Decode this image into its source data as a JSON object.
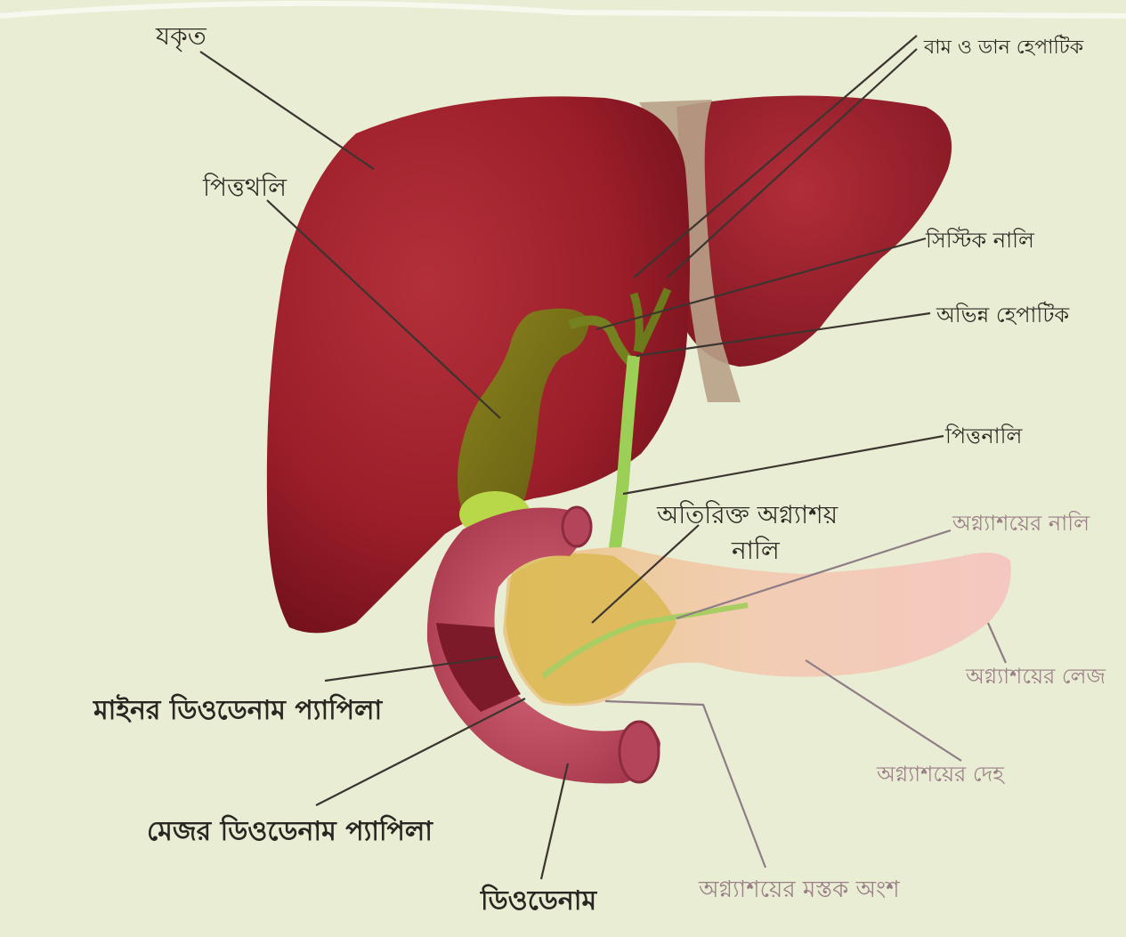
{
  "labels": {
    "liver": "যকৃত",
    "gallbladder": "পিত্তথলি",
    "hepatic_ducts": "বাম ও ডান হেপাটিক",
    "cystic_duct": "সিস্টিক নালি",
    "common_hepatic_duct": "অভিন্ন হেপাটিক",
    "bile_duct": "পিত্তনালি",
    "accessory_pancreatic_duct": "অতিরিক্ত অগ্ন্যাশয়",
    "accessory_pancreatic_duct_2": "নালি",
    "pancreatic_duct": "অগ্ন্যাশয়ের নালি",
    "pancreas_tail": "অগ্ন্যাশয়ের লেজ",
    "minor_duodenal_papilla": "মাইনর ডিওডেনাম প্যাপিলা",
    "major_duodenal_papilla": "মেজর ডিওডেনাম প্যাপিলা",
    "pancreas_body": "অগ্ন্যাশয়ের দেহ",
    "duodenum": "ডিওডেনাম",
    "pancreas_head": "অগ্ন্যাশয়ের মস্তক অংশ"
  },
  "colors": {
    "background": "#e9edd4",
    "liver": "#9b1e2a",
    "liver_shadow": "#6e1019",
    "gallbladder": "#8a8a1c",
    "gallbladder_fundus": "#b8d84a",
    "bile_duct": "#9ccf55",
    "pancreas": "#f0c9b0",
    "pancreas_head": "#d9b64a",
    "duodenum": "#c45467",
    "ligament": "#b8a188"
  }
}
